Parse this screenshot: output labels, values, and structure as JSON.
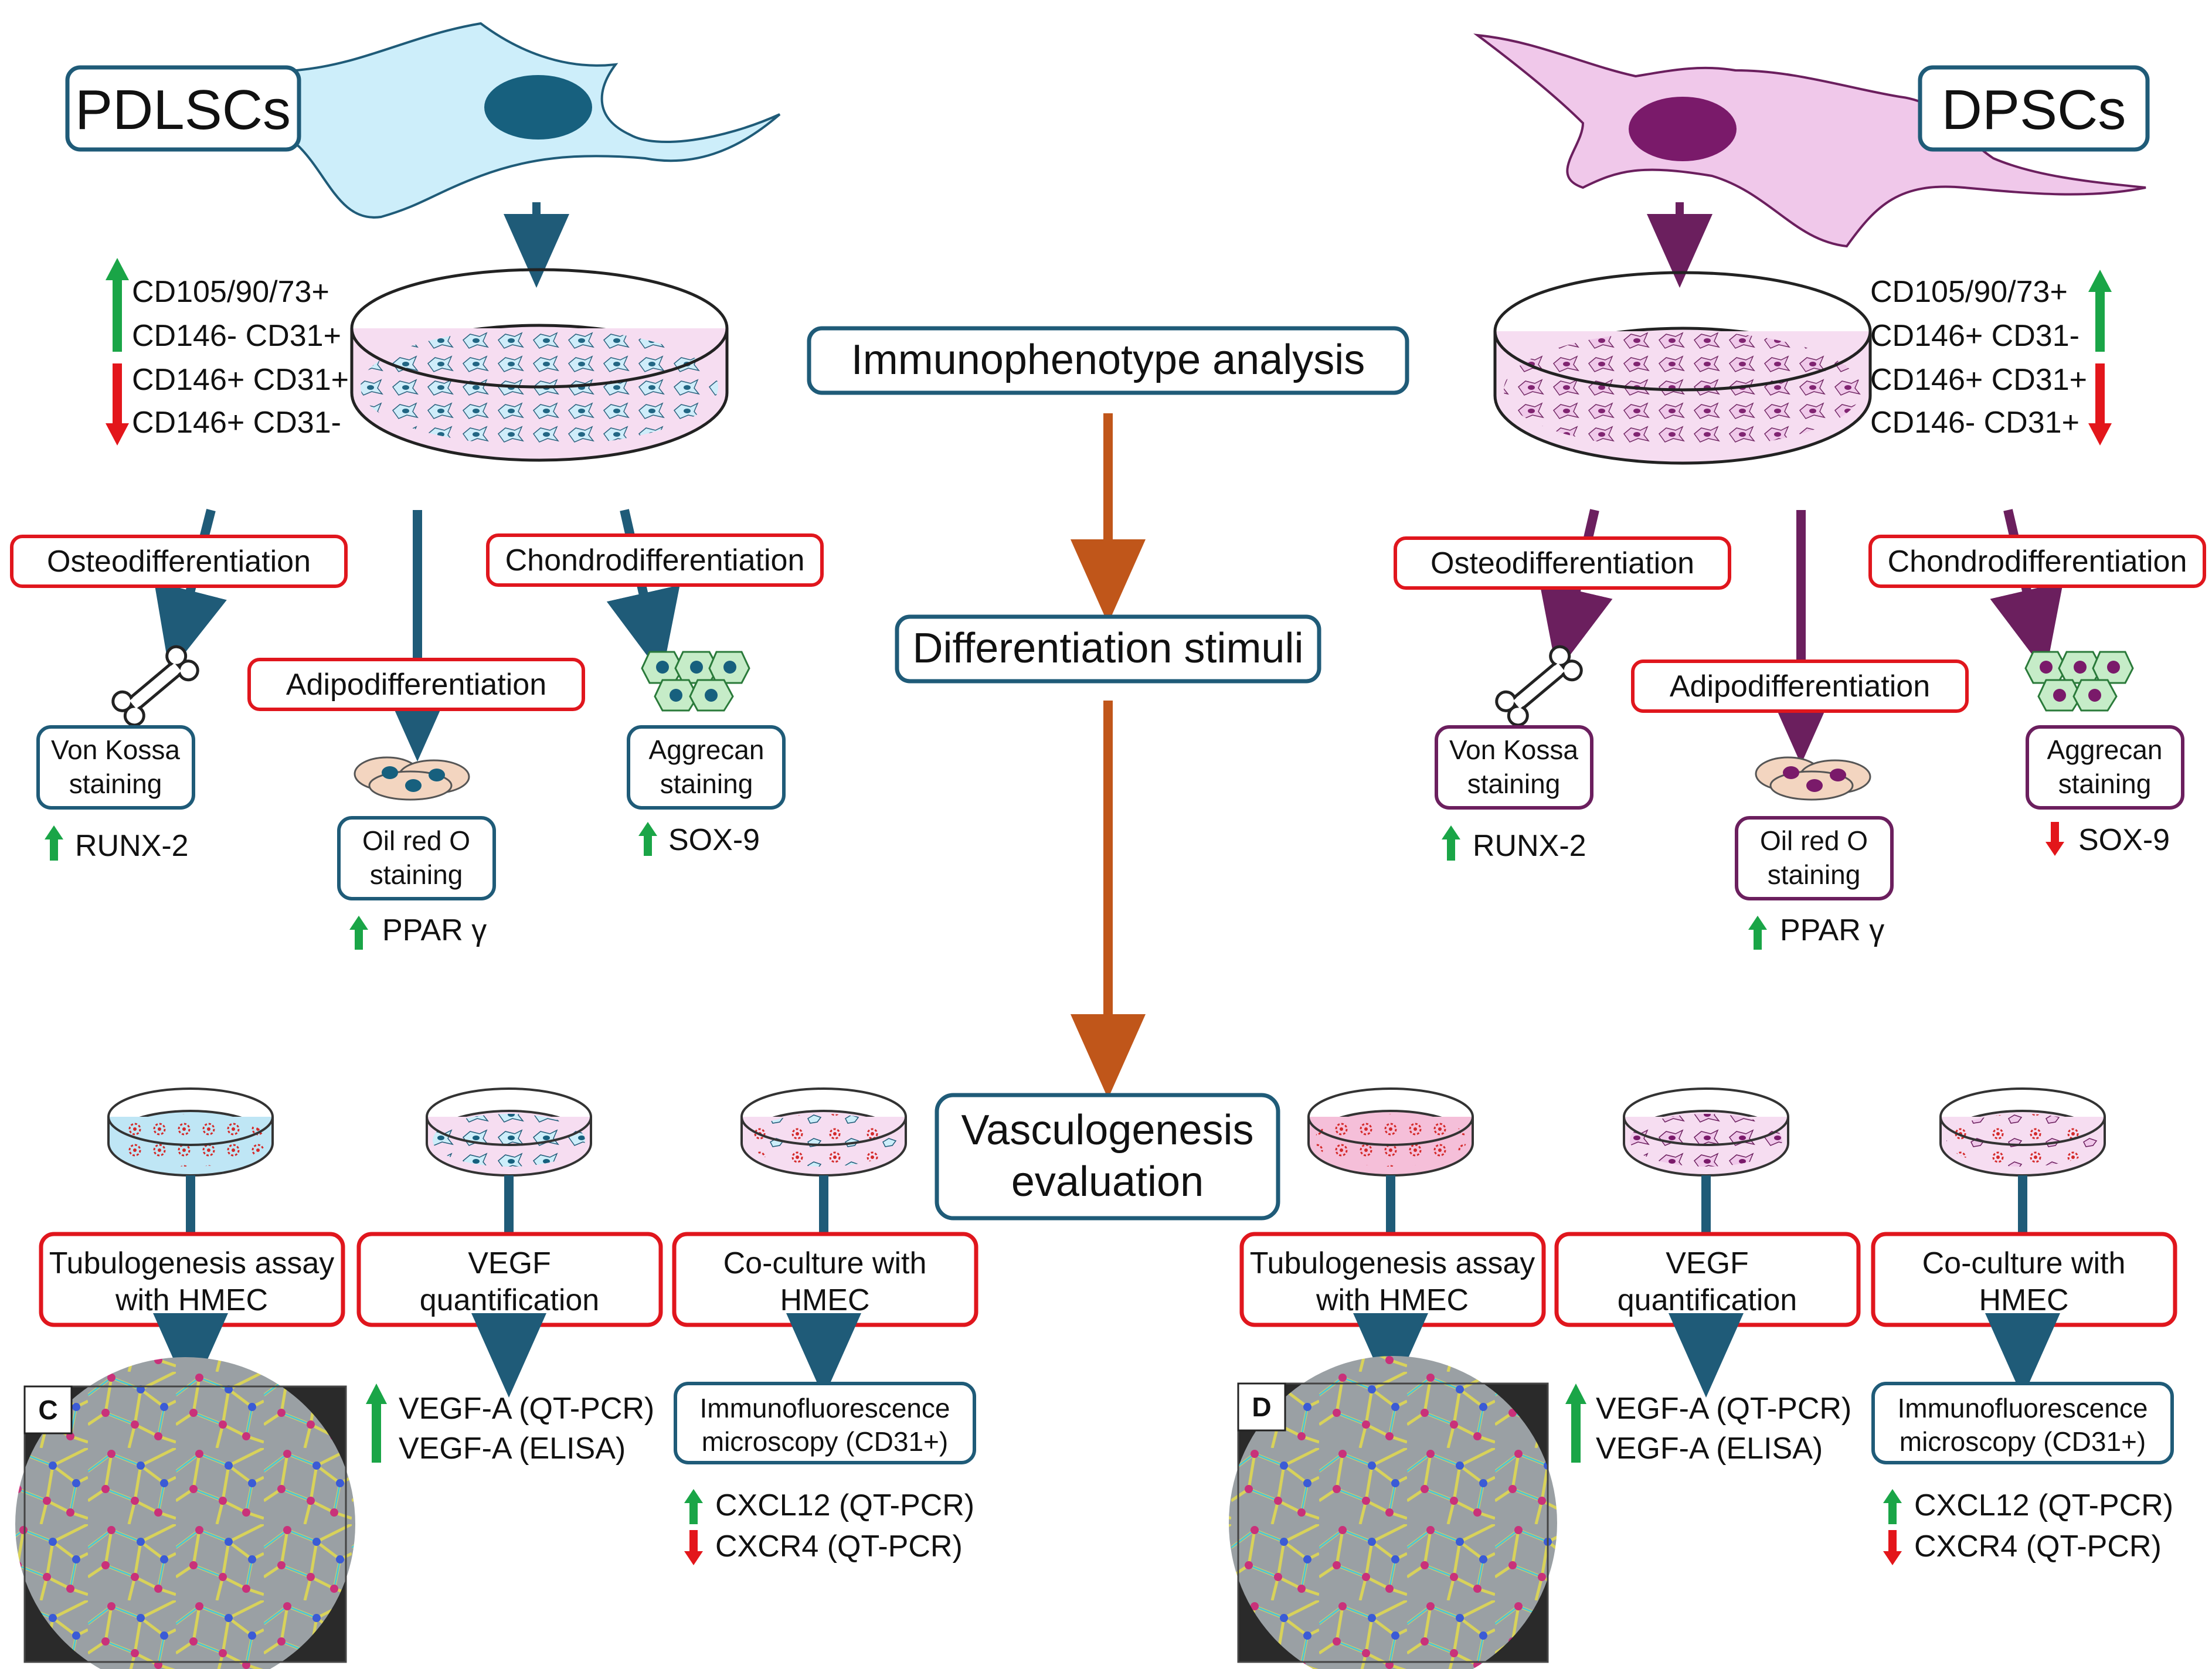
{
  "left": {
    "cell_title": "PDLSCs",
    "markers_up": [
      "CD105/90/73+",
      "CD146- CD31+"
    ],
    "markers_down": [
      "CD146+ CD31+",
      "CD146+ CD31-"
    ],
    "osteo": "Osteodifferentiation",
    "adipo": "Adipodifferentiation",
    "chondro": "Chondrodifferentiation",
    "vonkossa": [
      "Von Kossa",
      "staining"
    ],
    "oilred": [
      "Oil red O",
      "staining"
    ],
    "aggrecan": [
      "Aggrecan",
      "staining"
    ],
    "runx": "RUNX-2",
    "ppar": "PPAR γ",
    "sox": "SOX-9",
    "tubulo": [
      "Tubulogenesis assay",
      "with HMEC"
    ],
    "vegf": [
      "VEGF",
      "quantification"
    ],
    "coculture": [
      "Co-culture with",
      "HMEC"
    ],
    "vegf_a": [
      "VEGF-A (QT-PCR)",
      "VEGF-A (ELISA)"
    ],
    "immuno": [
      "Immunofluorescence",
      "microscopy (CD31+)"
    ],
    "cxcl": "CXCL12 (QT-PCR)",
    "cxcr": "CXCR4 (QT-PCR)",
    "panel_label": "C"
  },
  "right": {
    "cell_title": "DPSCs",
    "markers_up": [
      "CD105/90/73+",
      "CD146+ CD31-"
    ],
    "markers_down": [
      "CD146+ CD31+",
      "CD146- CD31+"
    ],
    "osteo": "Osteodifferentiation",
    "adipo": "Adipodifferentiation",
    "chondro": "Chondrodifferentiation",
    "vonkossa": [
      "Von Kossa",
      "staining"
    ],
    "oilred": [
      "Oil red O",
      "staining"
    ],
    "aggrecan": [
      "Aggrecan",
      "staining"
    ],
    "runx": "RUNX-2",
    "ppar": "PPAR γ",
    "sox": "SOX-9",
    "tubulo": [
      "Tubulogenesis assay",
      "with HMEC"
    ],
    "vegf": [
      "VEGF",
      "quantification"
    ],
    "coculture": [
      "Co-culture with",
      "HMEC"
    ],
    "vegf_a": [
      "VEGF-A (QT-PCR)",
      "VEGF-A (ELISA)"
    ],
    "immuno": [
      "Immunofluorescence",
      "microscopy (CD31+)"
    ],
    "cxcl": "CXCL12 (QT-PCR)",
    "cxcr": "CXCR4 (QT-PCR)",
    "panel_label": "D"
  },
  "center": {
    "immunophenotype": "Immunophenotype analysis",
    "differentiation": "Differentiation stimuli",
    "vasculogenesis": [
      "Vasculogenesis",
      "evaluation"
    ]
  },
  "colors": {
    "teal": "#1f5b78",
    "purple": "#6b1f5e",
    "red_box": "#e0161d",
    "orange_arrow": "#c0561a",
    "green_arrow": "#1aa547",
    "red_arrow": "#e3161b",
    "pdlsc_cell": "#cdeefa",
    "dpsc_cell": "#f0c8ea",
    "pdlsc_nucleus": "#17607e",
    "dpsc_nucleus": "#7a1a6a"
  }
}
